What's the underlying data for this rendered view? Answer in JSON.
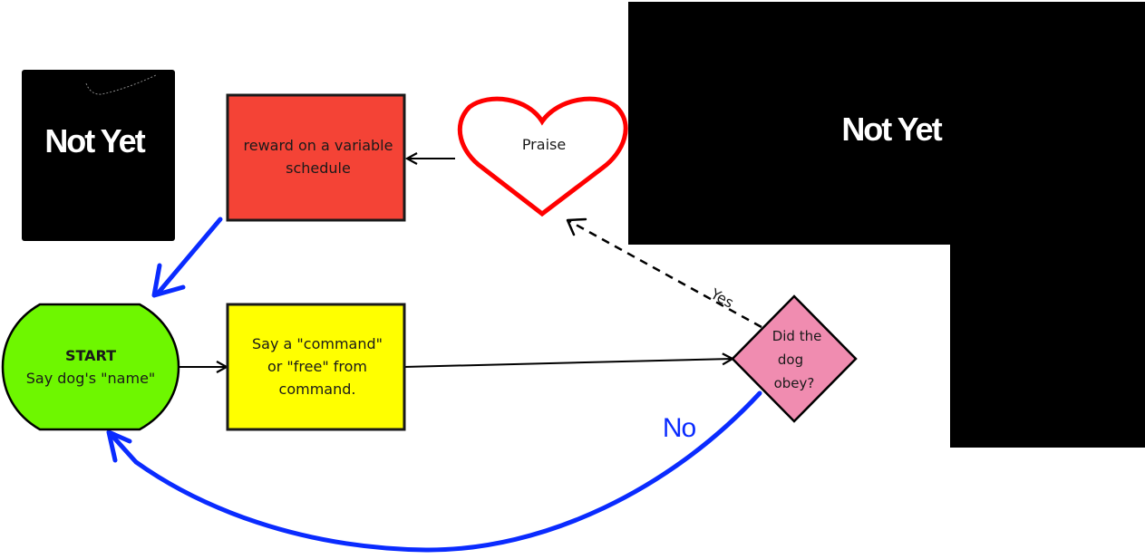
{
  "diagram": {
    "type": "flowchart",
    "title": "",
    "colors": {
      "start_fill": "#6ef700",
      "command_fill": "#ffff00",
      "reward_fill": "#f44336",
      "praise_stroke": "#ff0000",
      "decision_fill": "#f08cb0",
      "no_edge": "#0a2bff",
      "edge": "#000000",
      "redaction": "#000000"
    },
    "nodes": {
      "start": {
        "title": "START",
        "label": "Say dog's \"name\""
      },
      "command": {
        "lines": [
          "Say a \"command\"",
          "or \"free\" from",
          "command."
        ]
      },
      "decision": {
        "lines": [
          "Did the",
          "dog",
          "obey?"
        ]
      },
      "praise": {
        "label": "Praise"
      },
      "reward": {
        "lines": [
          "reward on a variable",
          "schedule"
        ]
      }
    },
    "edges": [
      {
        "from": "start",
        "to": "command",
        "label": ""
      },
      {
        "from": "command",
        "to": "decision",
        "label": ""
      },
      {
        "from": "decision",
        "to": "praise",
        "label": "Yes",
        "style": "dashed"
      },
      {
        "from": "decision",
        "to": "start",
        "label": "No",
        "style": "blue-curve"
      },
      {
        "from": "praise",
        "to": "reward",
        "label": ""
      },
      {
        "from": "reward",
        "to": "start",
        "label": "",
        "style": "blue"
      }
    ],
    "redactions": {
      "left": {
        "text": "Not Yet"
      },
      "right": {
        "text": "Not Yet"
      }
    }
  }
}
